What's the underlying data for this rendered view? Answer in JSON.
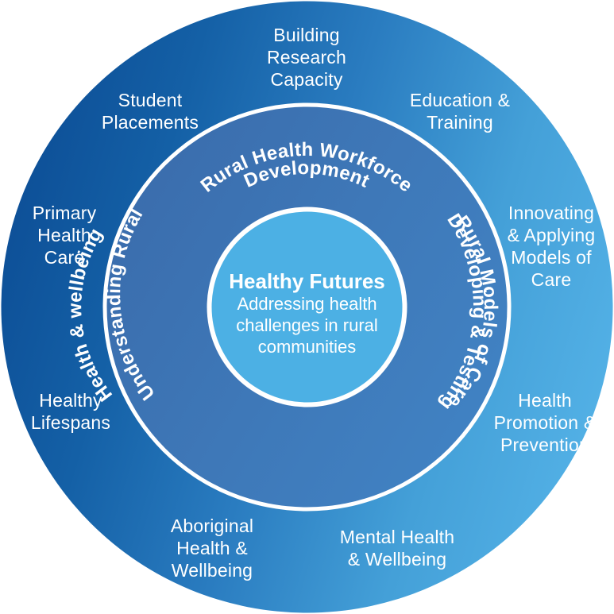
{
  "diagram": {
    "type": "concentric-circles",
    "title": "Healthy Futures",
    "colors": {
      "background": "#ffffff",
      "outer_ring_gradient_start": "#0d5198",
      "outer_ring_gradient_end": "#4fa9df",
      "middle_ring_gradient_start": "#3b6fb0",
      "middle_ring_gradient_end": "#3f7cbd",
      "core_circle": "#4cb0e4",
      "divider_stroke": "#ffffff",
      "text": "#ffffff"
    },
    "core": {
      "title": "Healthy Futures",
      "subtitle_lines": [
        "Addressing health",
        "challenges in rural",
        "communities"
      ]
    },
    "middle_ring": {
      "segments": [
        {
          "id": "rural-health-workforce-development",
          "position": "top",
          "lines": [
            "Rural Health Workforce",
            "Development"
          ]
        },
        {
          "id": "understanding-rural-health-wellbeing",
          "position": "left",
          "lines": [
            "Understanding Rural",
            "Health & wellbeing"
          ]
        },
        {
          "id": "developing-testing-rural-models-of-care",
          "position": "right",
          "lines": [
            "Developing & Testing",
            "Rural Models of Care"
          ]
        }
      ]
    },
    "outer_ring": {
      "labels": [
        {
          "id": "building-research-capacity",
          "lines": [
            "Building",
            "Research",
            "Capacity"
          ]
        },
        {
          "id": "education-and-training",
          "lines": [
            "Education &",
            "Training"
          ]
        },
        {
          "id": "innovating-and-applying-models-of-care",
          "lines": [
            "Innovating",
            "& Applying",
            "Models of",
            "Care"
          ]
        },
        {
          "id": "health-promotion-and-prevention",
          "lines": [
            "Health",
            "Promotion &",
            "Prevention"
          ]
        },
        {
          "id": "mental-health-and-wellbeing",
          "lines": [
            "Mental Health",
            "& Wellbeing"
          ]
        },
        {
          "id": "aboriginal-health-and-wellbeing",
          "lines": [
            "Aboriginal",
            "Health &",
            "Wellbeing"
          ]
        },
        {
          "id": "healthy-lifespans",
          "lines": [
            "Healthy",
            "Lifespans"
          ]
        },
        {
          "id": "primary-health-care",
          "lines": [
            "Primary",
            "Health",
            "Care"
          ]
        },
        {
          "id": "student-placements",
          "lines": [
            "Student",
            "Placements"
          ]
        }
      ]
    }
  }
}
